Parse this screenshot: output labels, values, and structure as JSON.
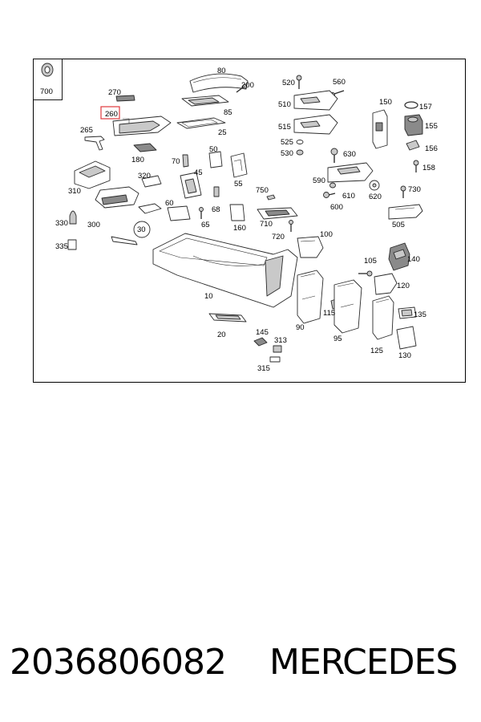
{
  "diagram": {
    "highlighted_callout": "260",
    "highlight_color": "#e0393e",
    "callouts": [
      "700",
      "270",
      "260",
      "265",
      "80",
      "200",
      "85",
      "25",
      "520",
      "510",
      "515",
      "525",
      "530",
      "560",
      "630",
      "150",
      "157",
      "155",
      "156",
      "158",
      "180",
      "70",
      "50",
      "45",
      "55",
      "310",
      "320",
      "300",
      "330",
      "335",
      "30",
      "60",
      "65",
      "68",
      "160",
      "750",
      "710",
      "720",
      "100",
      "590",
      "610",
      "600",
      "620",
      "730",
      "505",
      "140",
      "105",
      "120",
      "10",
      "20",
      "145",
      "313",
      "315",
      "90",
      "115",
      "95",
      "125",
      "130",
      "135"
    ]
  },
  "footer": {
    "part_number": "2036806082",
    "brand": "MERCEDES"
  }
}
